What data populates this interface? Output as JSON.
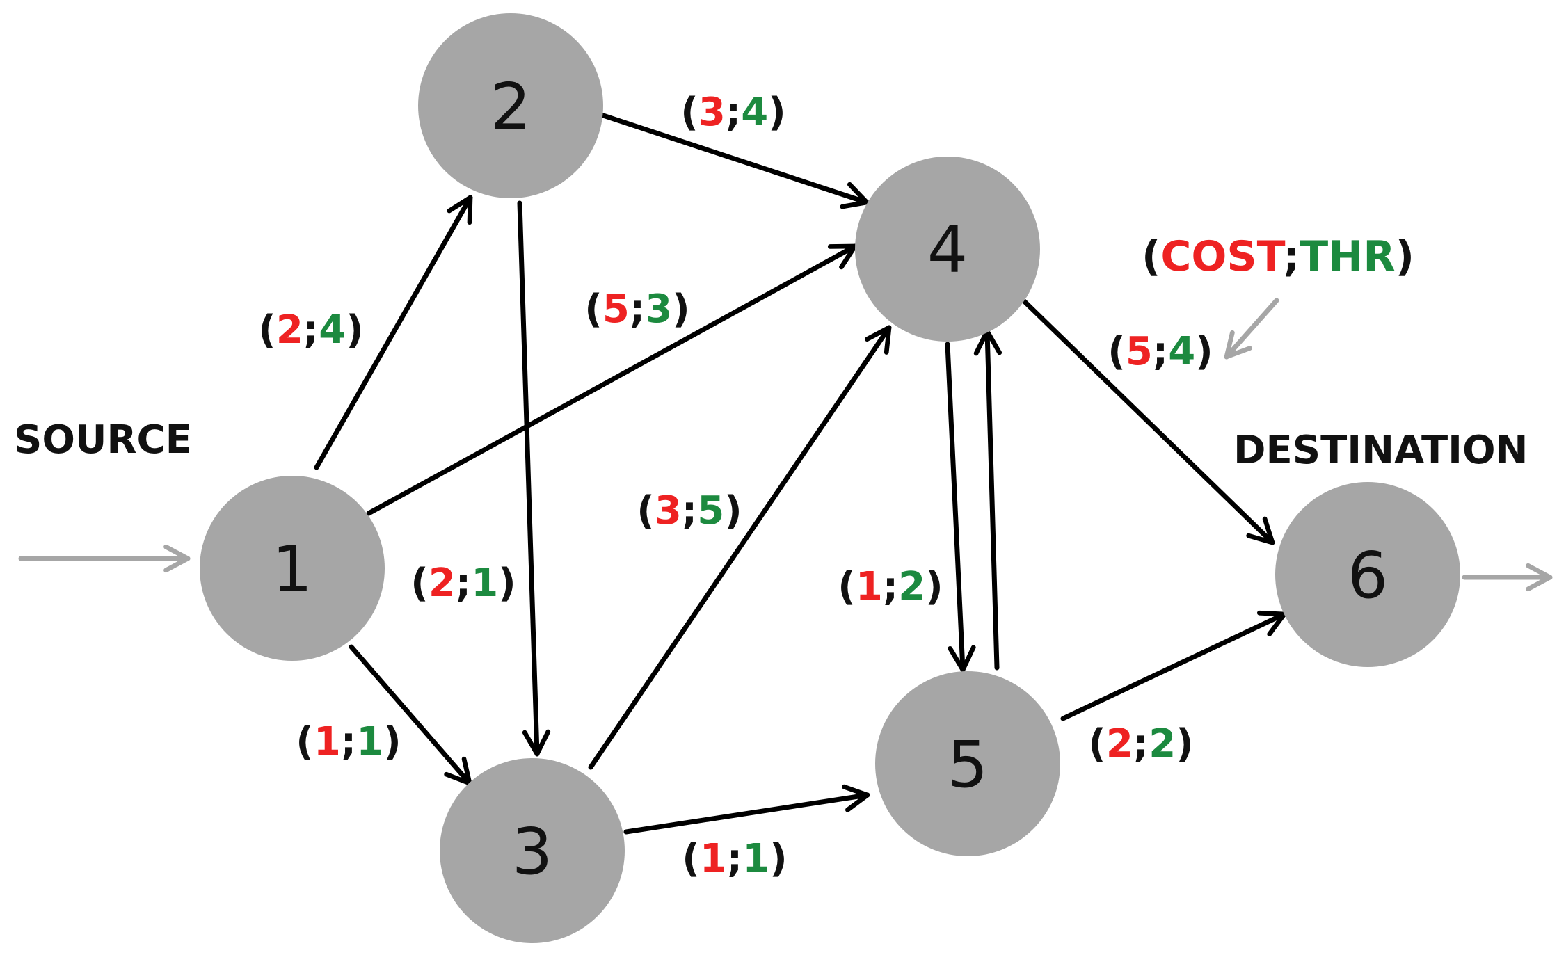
{
  "labels": {
    "source": "SOURCE",
    "destination": "DESTINATION",
    "legend_cost": "COST",
    "legend_thr": "THR"
  },
  "nodes": [
    {
      "id": "1",
      "label": "1"
    },
    {
      "id": "2",
      "label": "2"
    },
    {
      "id": "3",
      "label": "3"
    },
    {
      "id": "4",
      "label": "4"
    },
    {
      "id": "5",
      "label": "5"
    },
    {
      "id": "6",
      "label": "6"
    }
  ],
  "edges": [
    {
      "from": "1",
      "to": "2",
      "cost": "2",
      "thr": "4"
    },
    {
      "from": "1",
      "to": "3",
      "cost": "1",
      "thr": "1"
    },
    {
      "from": "1",
      "to": "4",
      "cost": "5",
      "thr": "3"
    },
    {
      "from": "2",
      "to": "3",
      "cost": "2",
      "thr": "1"
    },
    {
      "from": "2",
      "to": "4",
      "cost": "3",
      "thr": "4"
    },
    {
      "from": "3",
      "to": "4",
      "cost": "3",
      "thr": "5"
    },
    {
      "from": "3",
      "to": "5",
      "cost": "1",
      "thr": "1"
    },
    {
      "from": "4",
      "to": "5",
      "cost": "1",
      "thr": "2"
    },
    {
      "from": "5",
      "to": "4",
      "cost": "",
      "thr": ""
    },
    {
      "from": "4",
      "to": "6",
      "cost": "5",
      "thr": "4"
    },
    {
      "from": "5",
      "to": "6",
      "cost": "2",
      "thr": "2"
    }
  ],
  "colors": {
    "node": "#a6a6a6",
    "edge": "#000000",
    "cost": "#ee2222",
    "thr": "#1c8a3f",
    "guide": "#a6a6a6"
  }
}
